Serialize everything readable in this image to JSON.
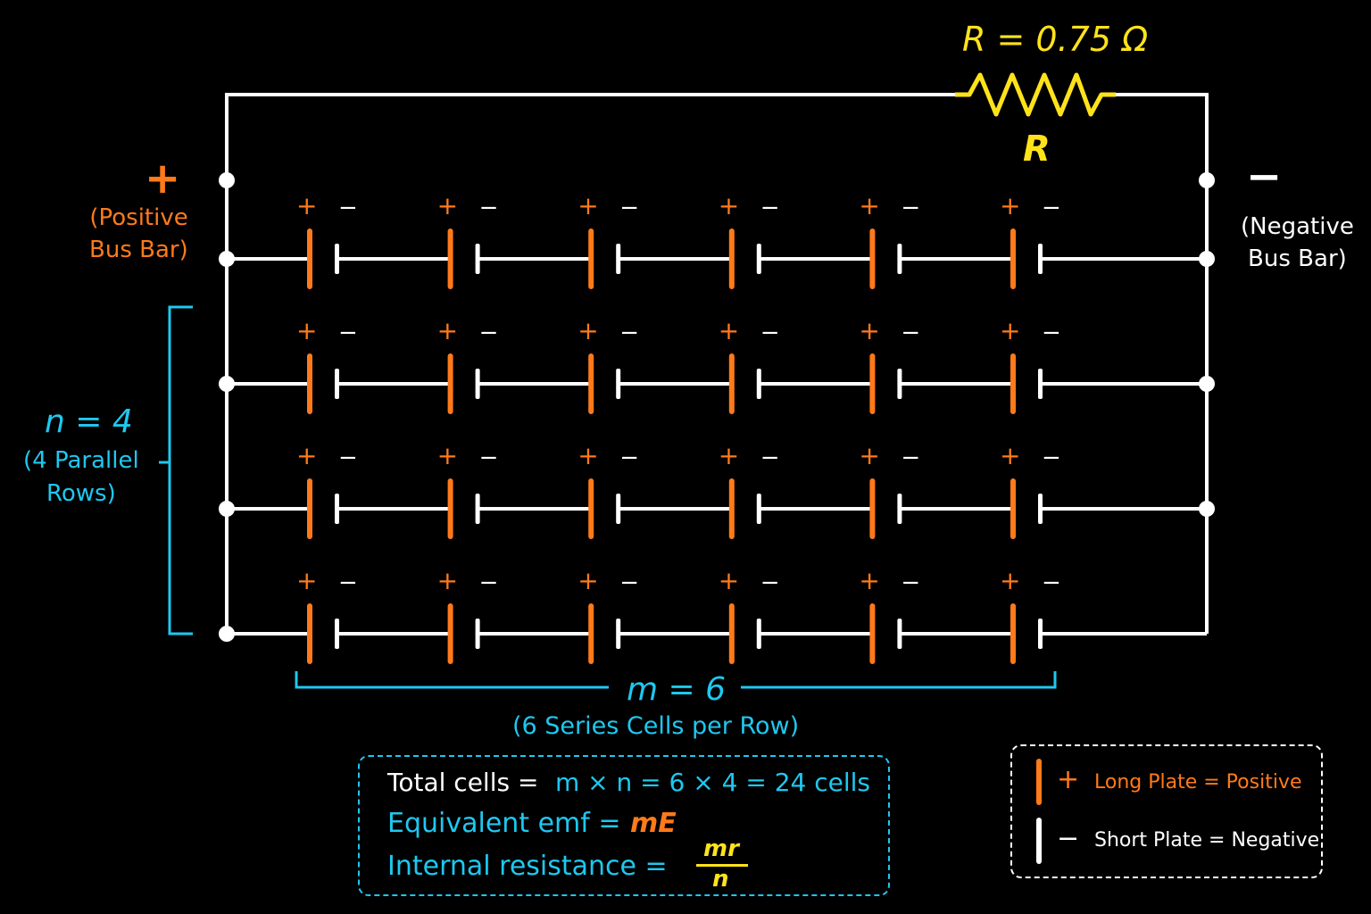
{
  "resistor": {
    "equation": "R = 0.75 Ω",
    "label": "R"
  },
  "positive_bus": {
    "sign": "+",
    "label_line1": "(Positive",
    "label_line2": "Bus Bar)"
  },
  "negative_bus": {
    "sign": "−",
    "label_line1": "(Negative",
    "label_line2": "Bus Bar)"
  },
  "rows": {
    "count_label": "n = 4",
    "desc_line1": "(4 Parallel",
    "desc_line2": "Rows)"
  },
  "series": {
    "count_label": "m = 6",
    "desc": "(6 Series Cells per Row)"
  },
  "cell_signs": {
    "plus": "+",
    "minus": "−"
  },
  "grid": {
    "rows": 4,
    "cells_per_row": 6
  },
  "formulas": {
    "total_label": "Total cells =",
    "total_value": "m × n =  6 × 4 = 24 cells",
    "emf_label": "Equivalent emf =",
    "emf_value": "mE",
    "internal_label": "Internal resistance =",
    "internal_numerator": "mr",
    "internal_denominator": "n"
  },
  "legend": {
    "positive_sign": "+",
    "positive_text": "Long Plate = Positive",
    "negative_sign": "−",
    "negative_text": "Short Plate = Negative"
  },
  "colors": {
    "wire": "#ffffff",
    "positive": "#ff7a1a",
    "resistor": "#ffe31a",
    "annotation": "#1ec8f0"
  }
}
